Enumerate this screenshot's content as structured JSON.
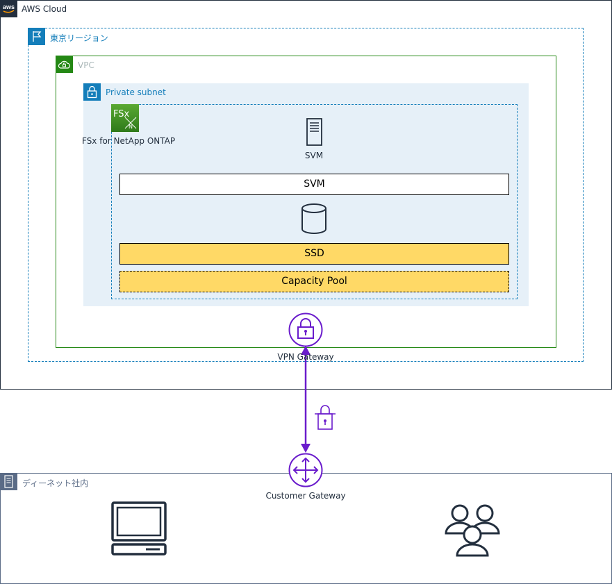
{
  "diagram": {
    "aws_cloud": {
      "label": "AWS Cloud",
      "icon": "aws-logo-icon"
    },
    "region": {
      "label": "東京リージョン",
      "icon": "flag-icon"
    },
    "vpc": {
      "label": "VPC",
      "icon": "cloud-lock-icon"
    },
    "subnet": {
      "label": "Private subnet",
      "icon": "padlock-icon"
    },
    "fsx": {
      "label": "FSx for NetApp ONTAP",
      "icon": "fsx-ontap-icon",
      "icon_text": "FSx"
    },
    "svm_server": {
      "label": "SVM",
      "icon": "server-icon"
    },
    "svm_bar": {
      "label": "SVM"
    },
    "volume": {
      "icon": "database-cylinder-icon"
    },
    "ssd": {
      "label": "SSD"
    },
    "capacity_pool": {
      "label": "Capacity Pool"
    },
    "vpn_gateway": {
      "label": "VPN Gateway",
      "icon": "vpn-gateway-icon"
    },
    "vpn_connection": {
      "icon": "vpn-lock-icon"
    },
    "customer_gateway": {
      "label": "Customer Gateway",
      "icon": "customer-gateway-icon"
    },
    "onprem": {
      "label": "ディーネット社内",
      "icon": "corporate-datacenter-icon"
    },
    "client": {
      "icon": "desktop-client-icon"
    },
    "users": {
      "icon": "users-icon"
    }
  },
  "colors": {
    "aws_dark": "#232f3e",
    "region_blue": "#147eba",
    "vpc_green": "#248814",
    "subnet_fill": "#e6f0f8",
    "network_purple": "#6a1ccc",
    "storage_yellow": "#ffd966",
    "onprem_gray": "#5a6b86"
  }
}
